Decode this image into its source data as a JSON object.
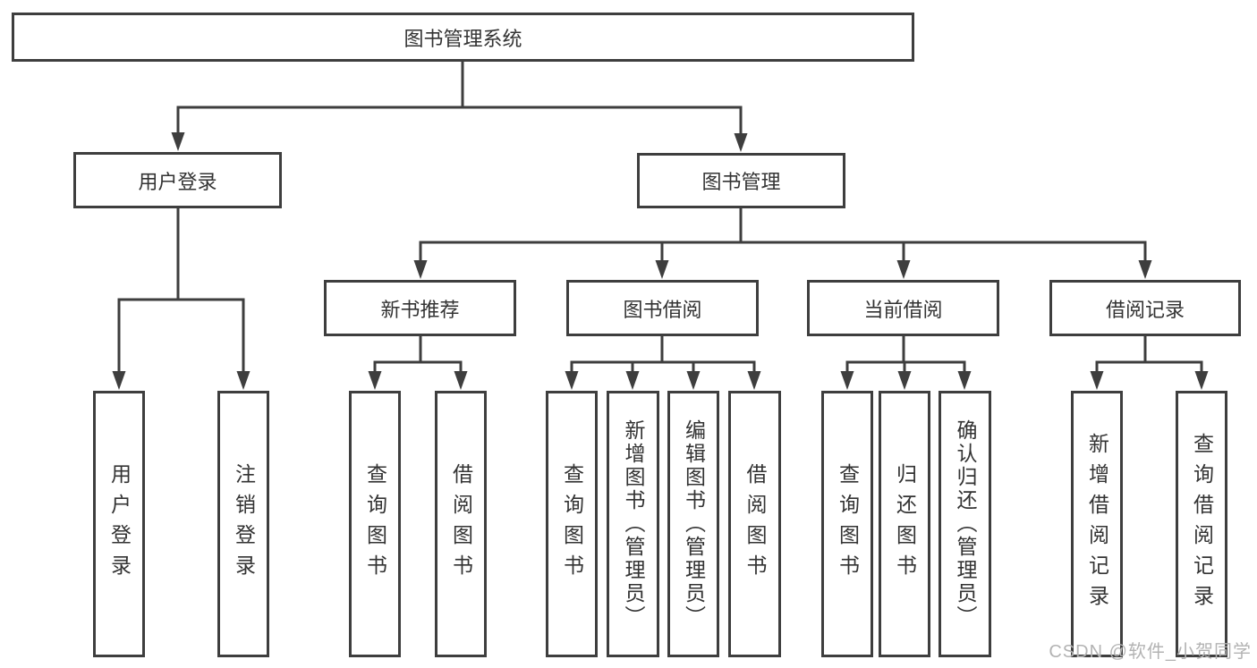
{
  "diagram": {
    "type": "hierarchy-tree",
    "tree": {
      "label": "图书管理系统",
      "children": [
        {
          "label": "用户登录",
          "children": [
            {
              "label": "用户登录"
            },
            {
              "label": "注销登录"
            }
          ]
        },
        {
          "label": "图书管理",
          "children": [
            {
              "label": "新书推荐",
              "children": [
                {
                  "label": "查询图书"
                },
                {
                  "label": "借阅图书"
                }
              ]
            },
            {
              "label": "图书借阅",
              "children": [
                {
                  "label": "查询图书"
                },
                {
                  "label": "新增图书（管理员）"
                },
                {
                  "label": "编辑图书（管理员）"
                },
                {
                  "label": "借阅图书"
                }
              ]
            },
            {
              "label": "当前借阅",
              "children": [
                {
                  "label": "查询图书"
                },
                {
                  "label": "归还图书"
                },
                {
                  "label": "确认归还（管理员）"
                }
              ]
            },
            {
              "label": "借阅记录",
              "children": [
                {
                  "label": "新增借阅记录"
                },
                {
                  "label": "查询借阅记录"
                }
              ]
            }
          ]
        }
      ]
    },
    "colors": {
      "line": "#3e3e3e",
      "text": "#333333",
      "box_background": "#ffffff",
      "watermark": "#b3b3b3"
    }
  },
  "watermark": "CSDN @软件_小贺同学"
}
